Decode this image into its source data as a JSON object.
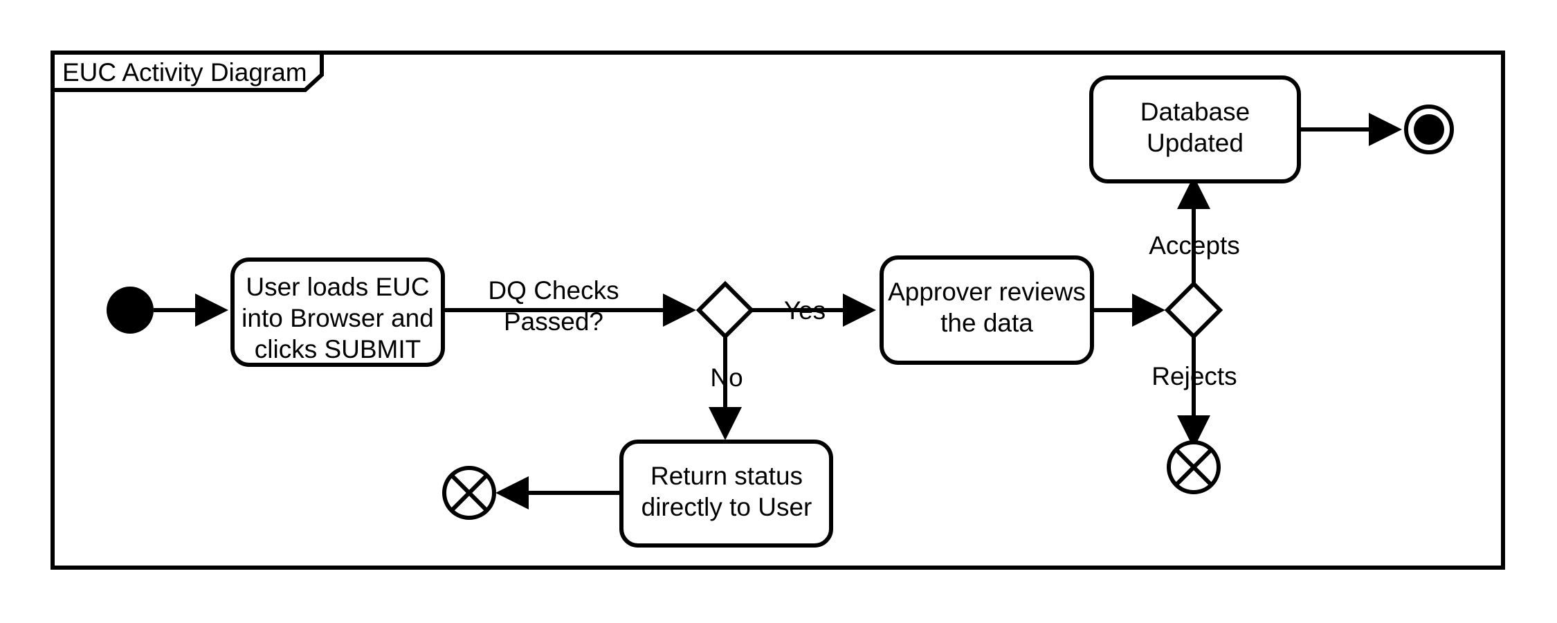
{
  "diagram": {
    "kind": "uml-activity-diagram",
    "frame": {
      "title": "EUC Activity Diagram"
    },
    "colors": {
      "stroke": "#000000",
      "fill": "#ffffff",
      "text": "#000000"
    },
    "nodes": {
      "initial": {
        "type": "initial-node",
        "label": ""
      },
      "activity_submit": {
        "type": "action",
        "line1": "User loads EUC",
        "line2": "into Browser and",
        "line3": "clicks SUBMIT"
      },
      "decision_dq": {
        "type": "decision",
        "label": ""
      },
      "activity_review": {
        "type": "action",
        "line1": "Approver reviews",
        "line2": "the data"
      },
      "decision_approval": {
        "type": "decision",
        "label": ""
      },
      "activity_database": {
        "type": "action",
        "line1": "Database",
        "line2": "Updated"
      },
      "activity_return": {
        "type": "action",
        "line1": "Return status",
        "line2": "directly to User"
      },
      "final_node": {
        "type": "activity-final-node",
        "label": ""
      },
      "flow_final_return": {
        "type": "flow-final-node",
        "label": ""
      },
      "flow_final_rejects": {
        "type": "flow-final-node",
        "label": ""
      }
    },
    "edge_labels": {
      "dq_checks": {
        "line1": "DQ Checks",
        "line2": "Passed?"
      },
      "yes": "Yes",
      "no": "No",
      "accepts": "Accepts",
      "rejects": "Rejects"
    },
    "edges": [
      {
        "from": "initial",
        "to": "activity_submit",
        "label": ""
      },
      {
        "from": "activity_submit",
        "to": "decision_dq",
        "label": "DQ Checks Passed?"
      },
      {
        "from": "decision_dq",
        "to": "activity_review",
        "label": "Yes"
      },
      {
        "from": "decision_dq",
        "to": "activity_return",
        "label": "No"
      },
      {
        "from": "activity_review",
        "to": "decision_approval",
        "label": ""
      },
      {
        "from": "decision_approval",
        "to": "activity_database",
        "label": "Accepts"
      },
      {
        "from": "decision_approval",
        "to": "flow_final_rejects",
        "label": "Rejects"
      },
      {
        "from": "activity_database",
        "to": "final_node",
        "label": ""
      },
      {
        "from": "activity_return",
        "to": "flow_final_return",
        "label": ""
      }
    ]
  }
}
